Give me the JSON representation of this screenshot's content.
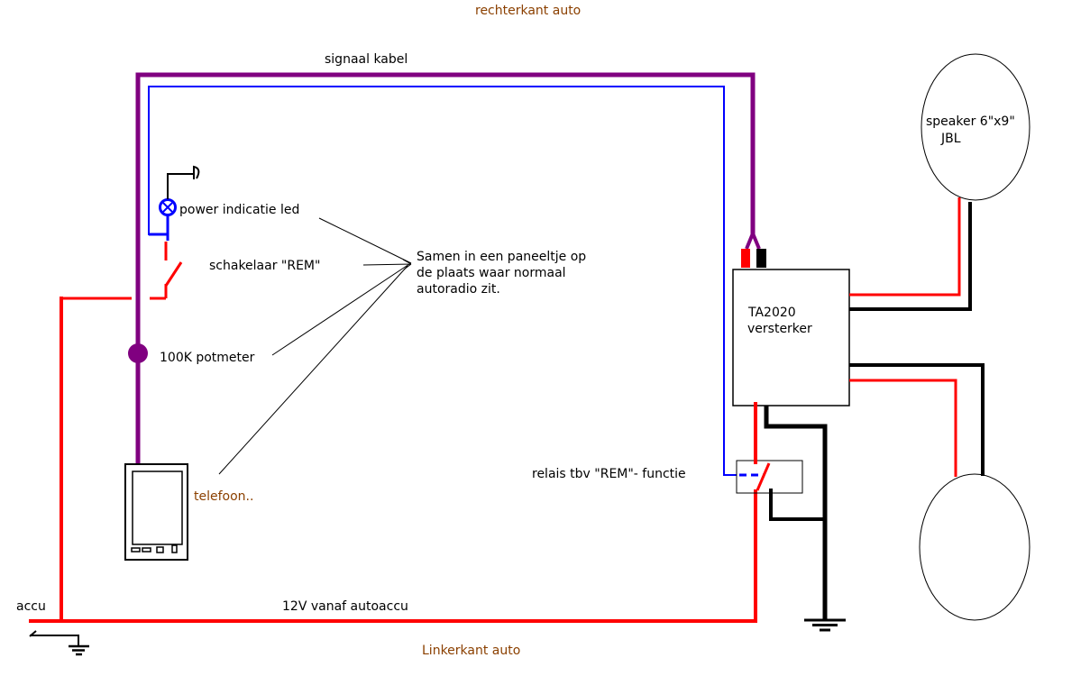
{
  "diagram": {
    "type": "car-audio-wiring-diagram",
    "colors": {
      "signal_cable_purple": "#800080",
      "signal_wire_blue": "#0000FF",
      "power_wire_red": "#FF0000",
      "ground_wire_black": "#000000",
      "caption_brown": "#8B4000",
      "background": "#FFFFFF"
    },
    "labels": {
      "top_caption": "rechterkant auto",
      "signal_cable": "signaal kabel",
      "power_led": "power indicatie led",
      "rem_switch": "schakelaar \"REM\"",
      "panel_note_line1": "Samen in een paneeltje op",
      "panel_note_line2": "de plaats waar normaal",
      "panel_note_line3": "autoradio zit.",
      "potmeter": "100K potmeter",
      "phone": "telefoon..",
      "relay": "relais tbv \"REM\"- functie",
      "amplifier_line1": "TA2020",
      "amplifier_line2": "versterker",
      "speaker_line1": "speaker 6\"x9\"",
      "speaker_line2": "JBL",
      "battery": "accu",
      "supply": "12V vanaf autoaccu",
      "bottom_caption": "Linkerkant auto"
    }
  }
}
